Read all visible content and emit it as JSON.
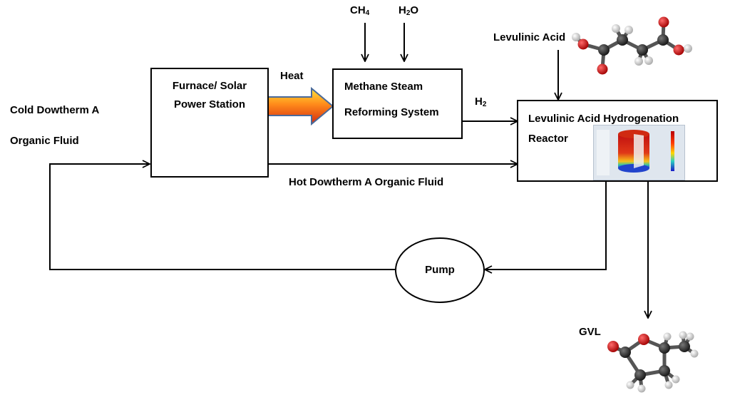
{
  "furnace": {
    "line1": "Furnace/ Solar",
    "line2": "Power Station"
  },
  "msr": {
    "line1": "Methane Steam",
    "line2": "Reforming System"
  },
  "reactor": {
    "line1": "Levulinic Acid Hydrogenation",
    "line2": "Reactor"
  },
  "pump": {
    "label": "Pump"
  },
  "inputs": {
    "ch4_main": "CH",
    "ch4_sub": "4",
    "h2o_main": "H",
    "h2o_sub": "2",
    "h2o_tail": "O",
    "levulinic_acid": "Levulinic Acid"
  },
  "streams": {
    "heat": "Heat",
    "h2_main": "H",
    "h2_sub": "2",
    "cold_line1": "Cold Dowtherm A",
    "cold_line2": "Organic Fluid",
    "hot": "Hot Dowtherm A Organic Fluid",
    "gvl": "GVL"
  },
  "colors": {
    "line": "#000000",
    "oxygen_atom": "#cc1111",
    "carbon_atom": "#2b2b2b",
    "hydrogen_atom": "#e6e6e6"
  }
}
